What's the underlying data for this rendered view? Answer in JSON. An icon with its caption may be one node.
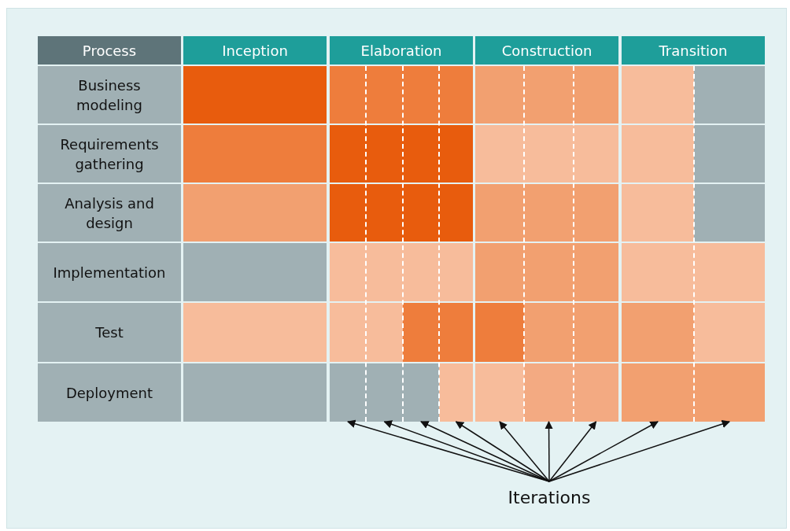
{
  "diagram": {
    "nodes": [
      {
        "text": [
          "Process"
        ]
      },
      {
        "text": [
          "Inception"
        ]
      },
      {
        "text": [
          "Elaboration"
        ]
      },
      {
        "text": [
          "Construction"
        ]
      },
      {
        "text": [
          "Transition"
        ]
      },
      {
        "text": [
          "Business modeling"
        ]
      },
      {
        "text": [],
        "shape": "box"
      },
      {
        "text": [],
        "shape": "box"
      },
      {
        "text": [],
        "shape": "box"
      },
      {
        "text": [],
        "shape": "box"
      },
      {
        "text": [],
        "shape": "box"
      },
      {
        "text": [],
        "shape": "box"
      },
      {
        "text": [],
        "shape": "box"
      },
      {
        "text": [],
        "shape": "box"
      },
      {
        "text": [],
        "shape": "box"
      },
      {
        "text": [],
        "shape": "box"
      },
      {
        "text": [
          "Requirements gathering"
        ]
      },
      {
        "text": [],
        "shape": "box"
      },
      {
        "text": [],
        "shape": "box"
      },
      {
        "text": [],
        "shape": "box"
      },
      {
        "text": [],
        "shape": "box"
      },
      {
        "text": [],
        "shape": "box"
      },
      {
        "text": [],
        "shape": "box"
      },
      {
        "text": [],
        "shape": "box"
      },
      {
        "text": [],
        "shape": "box"
      },
      {
        "text": [],
        "shape": "box"
      },
      {
        "text": [],
        "shape": "box"
      },
      {
        "text": [
          "Analysis and design"
        ]
      },
      {
        "text": [],
        "shape": "box"
      },
      {
        "text": [],
        "shape": "box"
      },
      {
        "text": [],
        "shape": "box"
      },
      {
        "text": [],
        "shape": "box"
      },
      {
        "text": [],
        "shape": "box"
      },
      {
        "text": [],
        "shape": "box"
      },
      {
        "text": [],
        "shape": "box"
      },
      {
        "text": [],
        "shape": "box"
      },
      {
        "text": [],
        "shape": "box"
      },
      {
        "text": [],
        "shape": "box"
      },
      {
        "text": [
          "Implementation"
        ]
      },
      {
        "text": [],
        "shape": "box"
      },
      {
        "text": [],
        "shape": "box"
      },
      {
        "text": [],
        "shape": "box"
      },
      {
        "text": [],
        "shape": "box"
      },
      {
        "text": [],
        "shape": "box"
      },
      {
        "text": [],
        "shape": "box"
      },
      {
        "text": [],
        "shape": "box"
      },
      {
        "text": [],
        "shape": "box"
      },
      {
        "text": [],
        "shape": "box"
      },
      {
        "text": [],
        "shape": "box"
      },
      {
        "text": [
          "Test"
        ]
      },
      {
        "text": [],
        "shape": "box"
      },
      {
        "text": [],
        "shape": "box"
      },
      {
        "text": [],
        "shape": "box"
      },
      {
        "text": [],
        "shape": "box"
      },
      {
        "text": [],
        "shape": "box"
      },
      {
        "text": [],
        "shape": "box"
      },
      {
        "text": [],
        "shape": "box"
      },
      {
        "text": [],
        "shape": "box"
      },
      {
        "text": [],
        "shape": "box"
      },
      {
        "text": [],
        "shape": "box"
      },
      {
        "text": [
          "Deployment"
        ]
      },
      {
        "text": [],
        "shape": "box"
      },
      {
        "text": [],
        "shape": "box"
      },
      {
        "text": [],
        "shape": "box"
      },
      {
        "text": [],
        "shape": "box"
      },
      {
        "text": [],
        "shape": "box"
      },
      {
        "text": [],
        "shape": "box"
      },
      {
        "text": [],
        "shape": "box"
      },
      {
        "text": [],
        "shape": "box"
      },
      {
        "text": [],
        "shape": "box"
      },
      {
        "text": [],
        "shape": "box"
      },
      {
        "text": [
          "Iterations"
        ]
      }
    ],
    "edges": [
      {
        "from": 71,
        "to": 62,
        "arrow": "to"
      },
      {
        "from": 71,
        "to": 63,
        "arrow": "to"
      },
      {
        "from": 71,
        "to": 64,
        "arrow": "to"
      },
      {
        "from": 71,
        "to": 65,
        "arrow": "to"
      },
      {
        "from": 71,
        "to": 66,
        "arrow": "to"
      },
      {
        "from": 71,
        "to": 67,
        "arrow": "to"
      },
      {
        "from": 71,
        "to": 68,
        "arrow": "to"
      },
      {
        "from": 71,
        "to": 69,
        "arrow": "to"
      },
      {
        "from": 71,
        "to": 70,
        "arrow": "to"
      }
    ]
  }
}
